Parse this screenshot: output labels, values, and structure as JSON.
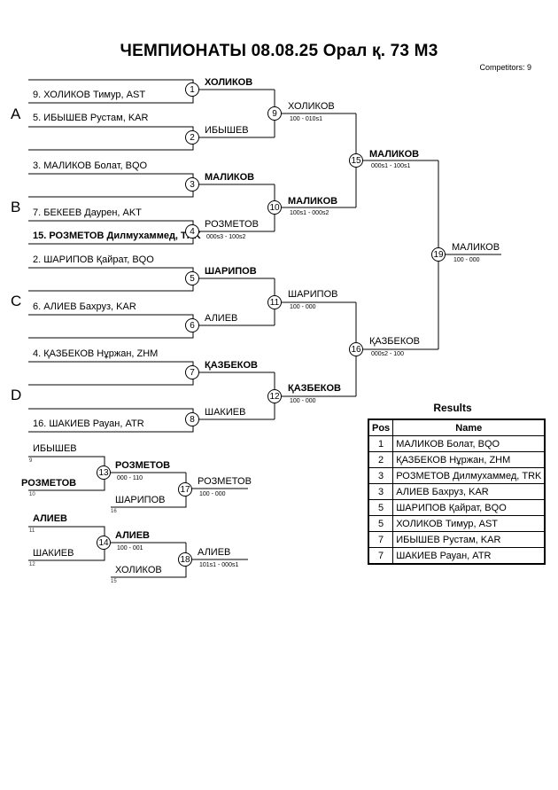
{
  "header": {
    "title": "ЧЕМПИОНАТЫ   08.08.25  Орал қ.   73  М3",
    "competitors": "Competitors: 9"
  },
  "pools": [
    "A",
    "B",
    "C",
    "D"
  ],
  "entries": {
    "e9": "9. ХОЛИКОВ Тимур, AST",
    "e5": "5. ИБЫШЕВ Рустам, KAR",
    "e3": "3. МАЛИКОВ Болат, BQO",
    "e7": "7. БЕКЕЕВ Даурен, AKT",
    "e15": "15. РОЗМЕТОВ Дилмухаммед, TRK",
    "e2": "2. ШАРИПОВ Қайрат, BQO",
    "e6": "6. АЛИЕВ Бахруз, KAR",
    "e4": "4. ҚАЗБЕКОВ Нұржан, ZHM",
    "e16": "16. ШАКИЕВ Рауан, ATR"
  },
  "r1": {
    "w1": "ХОЛИКОВ",
    "w2": "ИБЫШЕВ",
    "w3": "МАЛИКОВ",
    "w4": "РОЗМЕТОВ",
    "w5": "ШАРИПОВ",
    "w6": "АЛИЕВ",
    "w7": "ҚАЗБЕКОВ",
    "w8": "ШАКИЕВ"
  },
  "r2": {
    "w9": "ХОЛИКОВ",
    "s9": "100 - 010s1",
    "w10": "МАЛИКОВ",
    "s10": "100s1 - 000s2",
    "w11": "ШАРИПОВ",
    "s11": "100 - 000",
    "w12": "ҚАЗБЕКОВ",
    "s12": "100 - 000",
    "s4": "000s3 - 100s2"
  },
  "r3": {
    "w15": "МАЛИКОВ",
    "s15": "000s1 - 100s1",
    "w16": "ҚАЗБЕКОВ",
    "s16": "000s2 - 100"
  },
  "final": {
    "w19": "МАЛИКОВ",
    "s19": "100 - 000"
  },
  "repechage": {
    "a_top": "ИБЫШЕВ",
    "a_top_seed": "9",
    "a_bot": "РОЗМЕТОВ",
    "a_bot_seed": "10",
    "w13": "РОЗМЕТОВ",
    "s13": "000 - 110",
    "a_third": "ШАРИПОВ",
    "a_third_seed": "16",
    "w17": "РОЗМЕТОВ",
    "s17": "100 - 000",
    "b_top": "АЛИЕВ",
    "b_top_seed": "11",
    "b_bot": "ШАКИЕВ",
    "b_bot_seed": "12",
    "w14": "АЛИЕВ",
    "s14": "100 - 001",
    "b_third": "ХОЛИКОВ",
    "b_third_seed": "15",
    "w18": "АЛИЕВ",
    "s18": "101s1 - 000s1"
  },
  "matches": [
    "1",
    "2",
    "3",
    "4",
    "5",
    "6",
    "7",
    "8",
    "9",
    "10",
    "11",
    "12",
    "13",
    "14",
    "15",
    "16",
    "17",
    "18",
    "19"
  ],
  "results": {
    "title": "Results",
    "headers": {
      "pos": "Pos",
      "name": "Name"
    },
    "rows": [
      {
        "pos": "1",
        "name": "МАЛИКОВ Болат, BQO"
      },
      {
        "pos": "2",
        "name": "ҚАЗБЕКОВ Нұржан, ZHM"
      },
      {
        "pos": "3",
        "name": "РОЗМЕТОВ Дилмухаммед, TRK"
      },
      {
        "pos": "3",
        "name": "АЛИЕВ Бахруз, KAR"
      },
      {
        "pos": "5",
        "name": "ШАРИПОВ Қайрат, BQO"
      },
      {
        "pos": "5",
        "name": "ХОЛИКОВ Тимур, AST"
      },
      {
        "pos": "7",
        "name": "ИБЫШЕВ Рустам, KAR"
      },
      {
        "pos": "7",
        "name": "ШАКИЕВ Рауан, ATR"
      }
    ]
  }
}
